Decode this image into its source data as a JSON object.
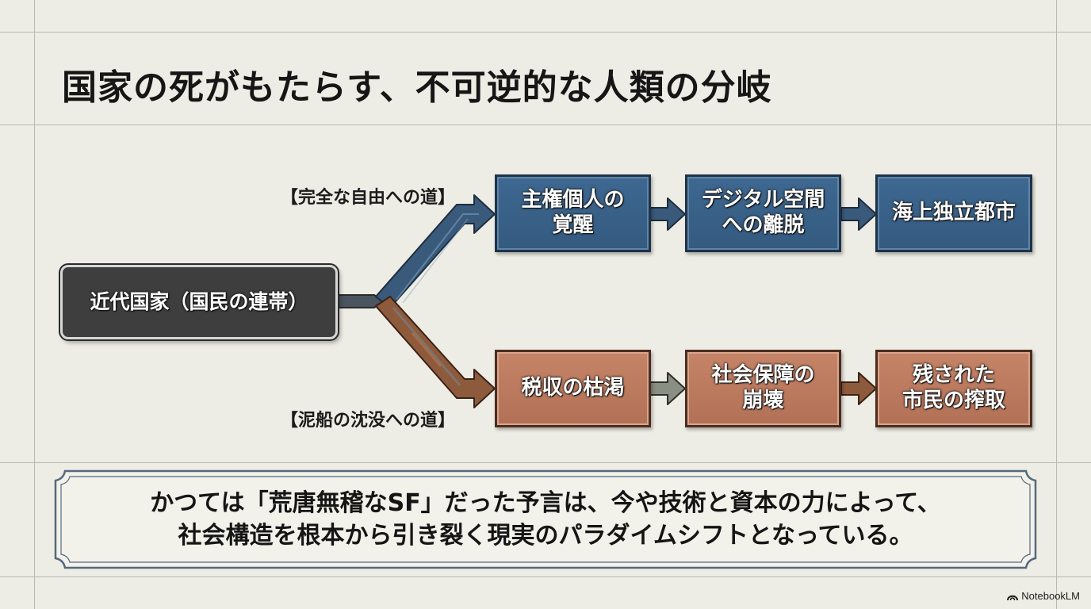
{
  "title": "国家の死がもたらす、不可逆的な人類の分岐",
  "start_node": "近代国家（国民の連帯）",
  "paths": {
    "freedom": {
      "label": "【完全な自由への道】",
      "nodes": [
        "主権個人の\n覚醒",
        "デジタル空間\nへの離脱",
        "海上独立都市"
      ]
    },
    "sinking": {
      "label": "【泥船の沈没への道】",
      "nodes": [
        "税収の枯渇",
        "社会保障の\n崩壊",
        "残された\n市民の搾取"
      ]
    }
  },
  "summary": [
    "かつては「荒唐無稽なSF」だった予言は、今や技術と資本の力によって、",
    "社会構造を根本から引き裂く現実のパラダイムシフトとなっている。"
  ],
  "brand": "NotebookLM",
  "colors": {
    "background": "#eeede5",
    "freedom_box": "#3e6891",
    "sinking_box": "#c58468",
    "start_box": "#3e3e3e",
    "freedom_arrow": "#3a5a7c",
    "sinking_arrow": "#8e5a3c"
  },
  "icons": {
    "brand": "notebooklm-logo-icon"
  }
}
